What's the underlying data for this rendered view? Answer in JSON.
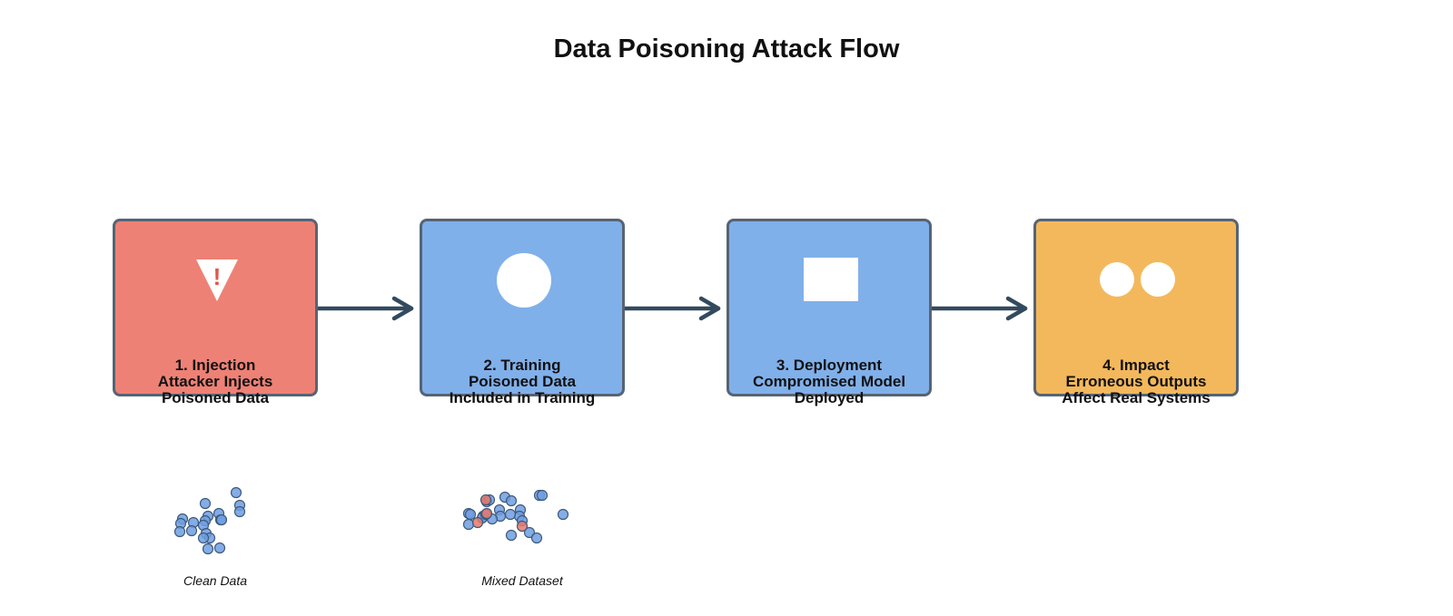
{
  "title": "Data Poisoning Attack Flow",
  "colors": {
    "red": "#ee8175",
    "blue": "#80b0ea",
    "orange": "#f3b85c",
    "arrow": "#334a5e",
    "dot_clean": "#6f9ee2",
    "dot_poison": "#e8776c"
  },
  "stages": [
    {
      "step": "1. Injection",
      "line1": "Attacker Injects",
      "line2": "Poisoned Data",
      "icon": "warning-triangle-icon",
      "icon_glyph": "!"
    },
    {
      "step": "2. Training",
      "line1": "Poisoned Data",
      "line2": "Included in Training",
      "icon": "circle-icon"
    },
    {
      "step": "3. Deployment",
      "line1": "Compromised Model",
      "line2": "Deployed",
      "icon": "rectangle-icon"
    },
    {
      "step": "4. Impact",
      "line1": "Erroneous Outputs",
      "line2": "Affect Real Systems",
      "icon": "two-circles-icon"
    }
  ],
  "captions": {
    "clean": "Clean Data",
    "mixed": "Mixed Dataset"
  }
}
